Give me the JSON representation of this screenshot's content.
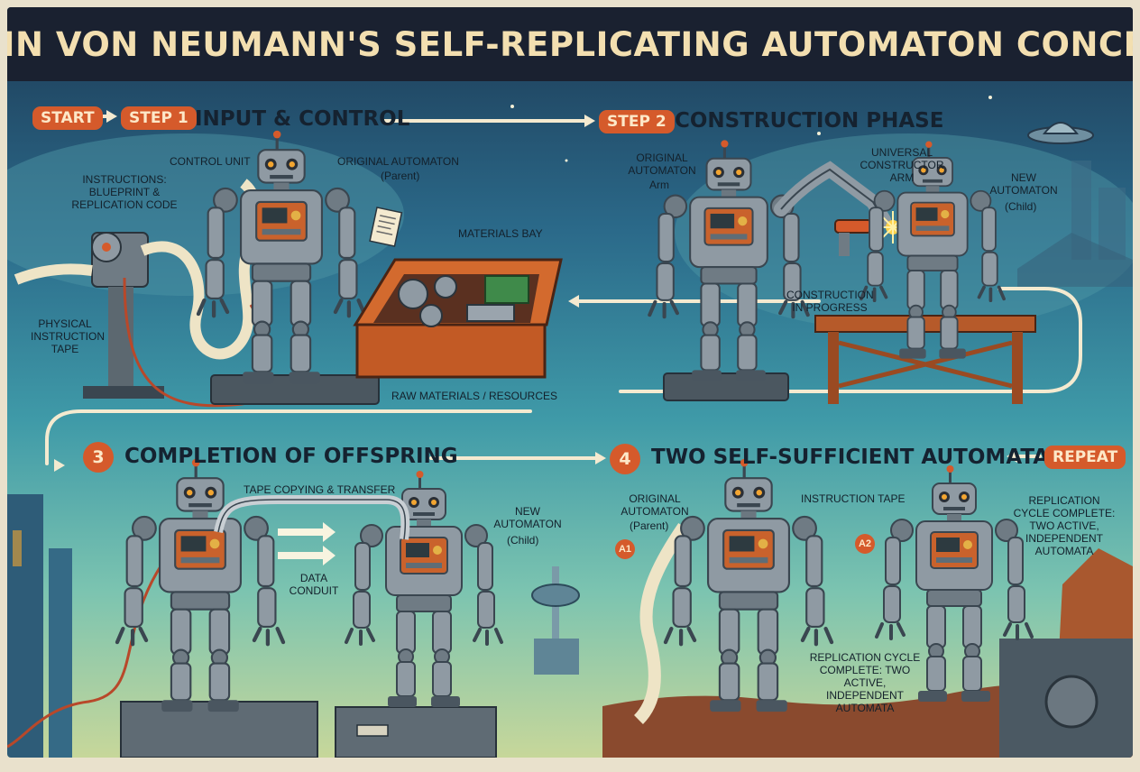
{
  "title": "JOHN VON NEUMANN'S SELF-REPLICATING AUTOMATON CONCEPT",
  "flow": {
    "start": "START",
    "repeat": "REPEAT"
  },
  "steps": [
    {
      "badge": "STEP 1",
      "title": "INPUT & CONTROL"
    },
    {
      "badge": "STEP 2",
      "title": "CONSTRUCTION PHASE"
    },
    {
      "badge": "3",
      "title": "COMPLETION OF OFFSPRING"
    },
    {
      "badge": "4",
      "title": "TWO SELF-SUFFICIENT AUTOMATA"
    }
  ],
  "panel1": {
    "control_unit": "CONTROL UNIT",
    "original": "ORIGINAL AUTOMATON",
    "original_sub": "(Parent)",
    "instructions": "INSTRUCTIONS: BLUEPRINT & REPLICATION CODE",
    "materials_bay": "MATERIALS BAY",
    "tape": "PHYSICAL INSTRUCTION TAPE",
    "raw_materials": "RAW MATERIALS / RESOURCES"
  },
  "panel2": {
    "original": "ORIGINAL AUTOMATON",
    "original_sub": "Arm",
    "constructor_arm": "UNIVERSAL CONSTRUCTOR ARM",
    "new": "NEW AUTOMATON",
    "new_sub": "(Child)",
    "in_progress": "CONSTRUCTION IN PROGRESS"
  },
  "panel3": {
    "tape_copy": "TAPE COPYING & TRANSFER",
    "new": "NEW AUTOMATON",
    "new_sub": "(Child)",
    "data_conduit": "DATA CONDUIT"
  },
  "panel4": {
    "original": "ORIGINAL AUTOMATON",
    "original_sub": "(Parent)",
    "instruction_tape": "INSTRUCTION TAPE",
    "cycle_complete": "REPLICATION CYCLE COMPLETE: TWO ACTIVE, INDEPENDENT AUTOMATA",
    "tag_a1": "A1",
    "tag_a2": "A2"
  },
  "colors": {
    "accent": "#d55a2b",
    "robot": "#8f9aa3",
    "robot_dark": "#3a4650",
    "title_bg": "#1a2130",
    "title_text": "#f3dfb0",
    "path": "#f4ead0"
  }
}
